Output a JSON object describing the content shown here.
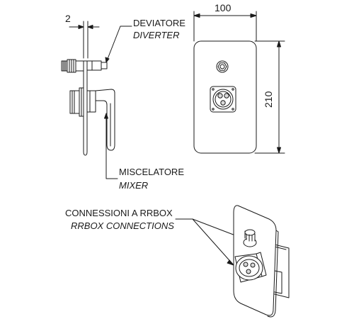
{
  "dimensions": {
    "gap": "2",
    "width": "100",
    "height": "210"
  },
  "callouts": {
    "diverter": {
      "it": "DEVIATORE",
      "en": "DIVERTER"
    },
    "mixer": {
      "it": "MISCELATORE",
      "en": "MIXER"
    },
    "connections": {
      "it": "CONNESSIONI A RRBOX",
      "en": "RRBOX CONNECTIONS"
    }
  },
  "colors": {
    "line": "#1a1a1a",
    "fill": "#ffffff",
    "shade": "#d9d9d9"
  }
}
